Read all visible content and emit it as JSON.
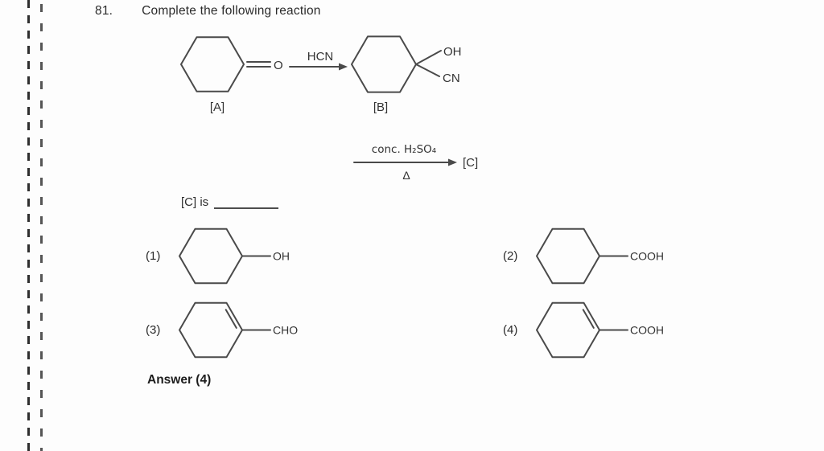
{
  "page": {
    "background": "#fdfdfd",
    "ink_color": "#4a4a4a",
    "text_color": "#2d2d2d"
  },
  "question": {
    "number": "81.",
    "title": "Complete the following reaction"
  },
  "reaction": {
    "reactant_name": "cyclohexanone",
    "carbonyl": "O",
    "step1_reagent": "HCN",
    "product_name": "cyclohexanone cyanohydrin",
    "product_groups": {
      "top": "OH",
      "bottom": "CN"
    },
    "labels": {
      "a": "[A]",
      "b": "[B]",
      "c": "[C]"
    },
    "step2_reagent": "conc. H₂SO₄",
    "step2_condition": "Δ"
  },
  "prompt": {
    "text": "[C] is"
  },
  "options": [
    {
      "number": "(1)",
      "substituent": "OH",
      "ring": "cyclohexane",
      "structure_name": "cyclohexanol"
    },
    {
      "number": "(2)",
      "substituent": "COOH",
      "ring": "cyclohexane",
      "structure_name": "cyclohexanecarboxylic acid"
    },
    {
      "number": "(3)",
      "substituent": "CHO",
      "ring": "cyclohexene",
      "structure_name": "cyclohex-1-ene-1-carbaldehyde"
    },
    {
      "number": "(4)",
      "substituent": "COOH",
      "ring": "cyclohexene",
      "structure_name": "cyclohex-1-ene-1-carboxylic acid"
    }
  ],
  "answer": {
    "text": "Answer (4)"
  }
}
